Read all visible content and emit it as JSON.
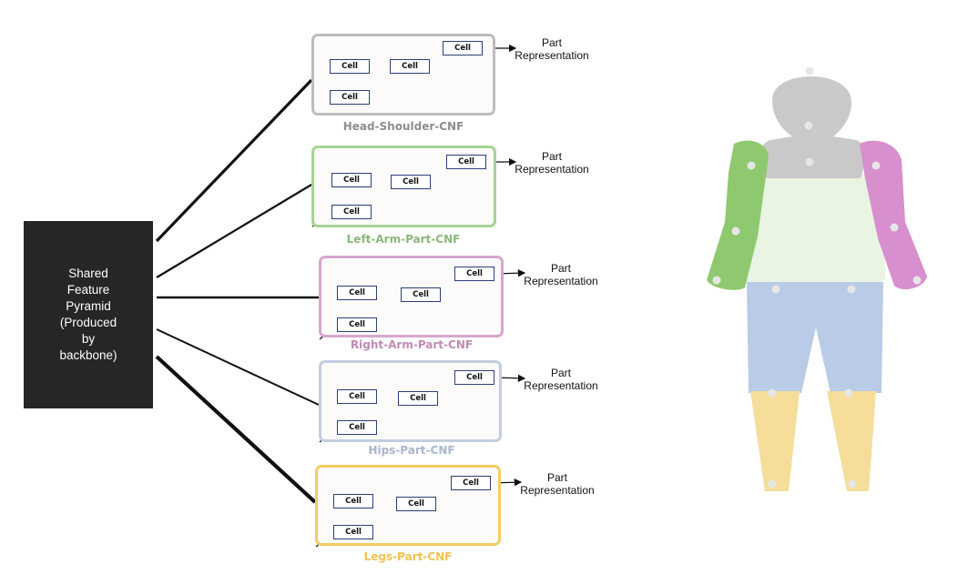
{
  "source": {
    "label": "Shared\nFeature\nPyramid\n(Produced\nby\nbackbone)"
  },
  "cell_label": "Cell",
  "output_label": "Part\nRepresentation",
  "modules": [
    {
      "name": "Head-Shoulder-CNF",
      "color": "#bdbdbd",
      "titleColor": "#8e8e8e"
    },
    {
      "name": "Left-Arm-Part-CNF",
      "color": "#a6d394",
      "titleColor": "#8ab87a"
    },
    {
      "name": "Right-Arm-Part-CNF",
      "color": "#d8a6cf",
      "titleColor": "#c08bb6"
    },
    {
      "name": "Hips-Part-CNF",
      "color": "#c3cde0",
      "titleColor": "#a9b6cc"
    },
    {
      "name": "Legs-Part-CNF",
      "color": "#f2cb63",
      "titleColor": "#f0c24e"
    }
  ],
  "body_parts": {
    "head_shoulder": {
      "color": "#c9c9c9"
    },
    "left_arm": {
      "color": "#8fc96f"
    },
    "right_arm": {
      "color": "#d78fcd"
    },
    "torso": {
      "color": "#eaf4e2"
    },
    "hips": {
      "color": "#b9cbe6"
    },
    "legs": {
      "color": "#f6dd9a"
    },
    "joint": {
      "color": "#e6e6e6"
    }
  }
}
